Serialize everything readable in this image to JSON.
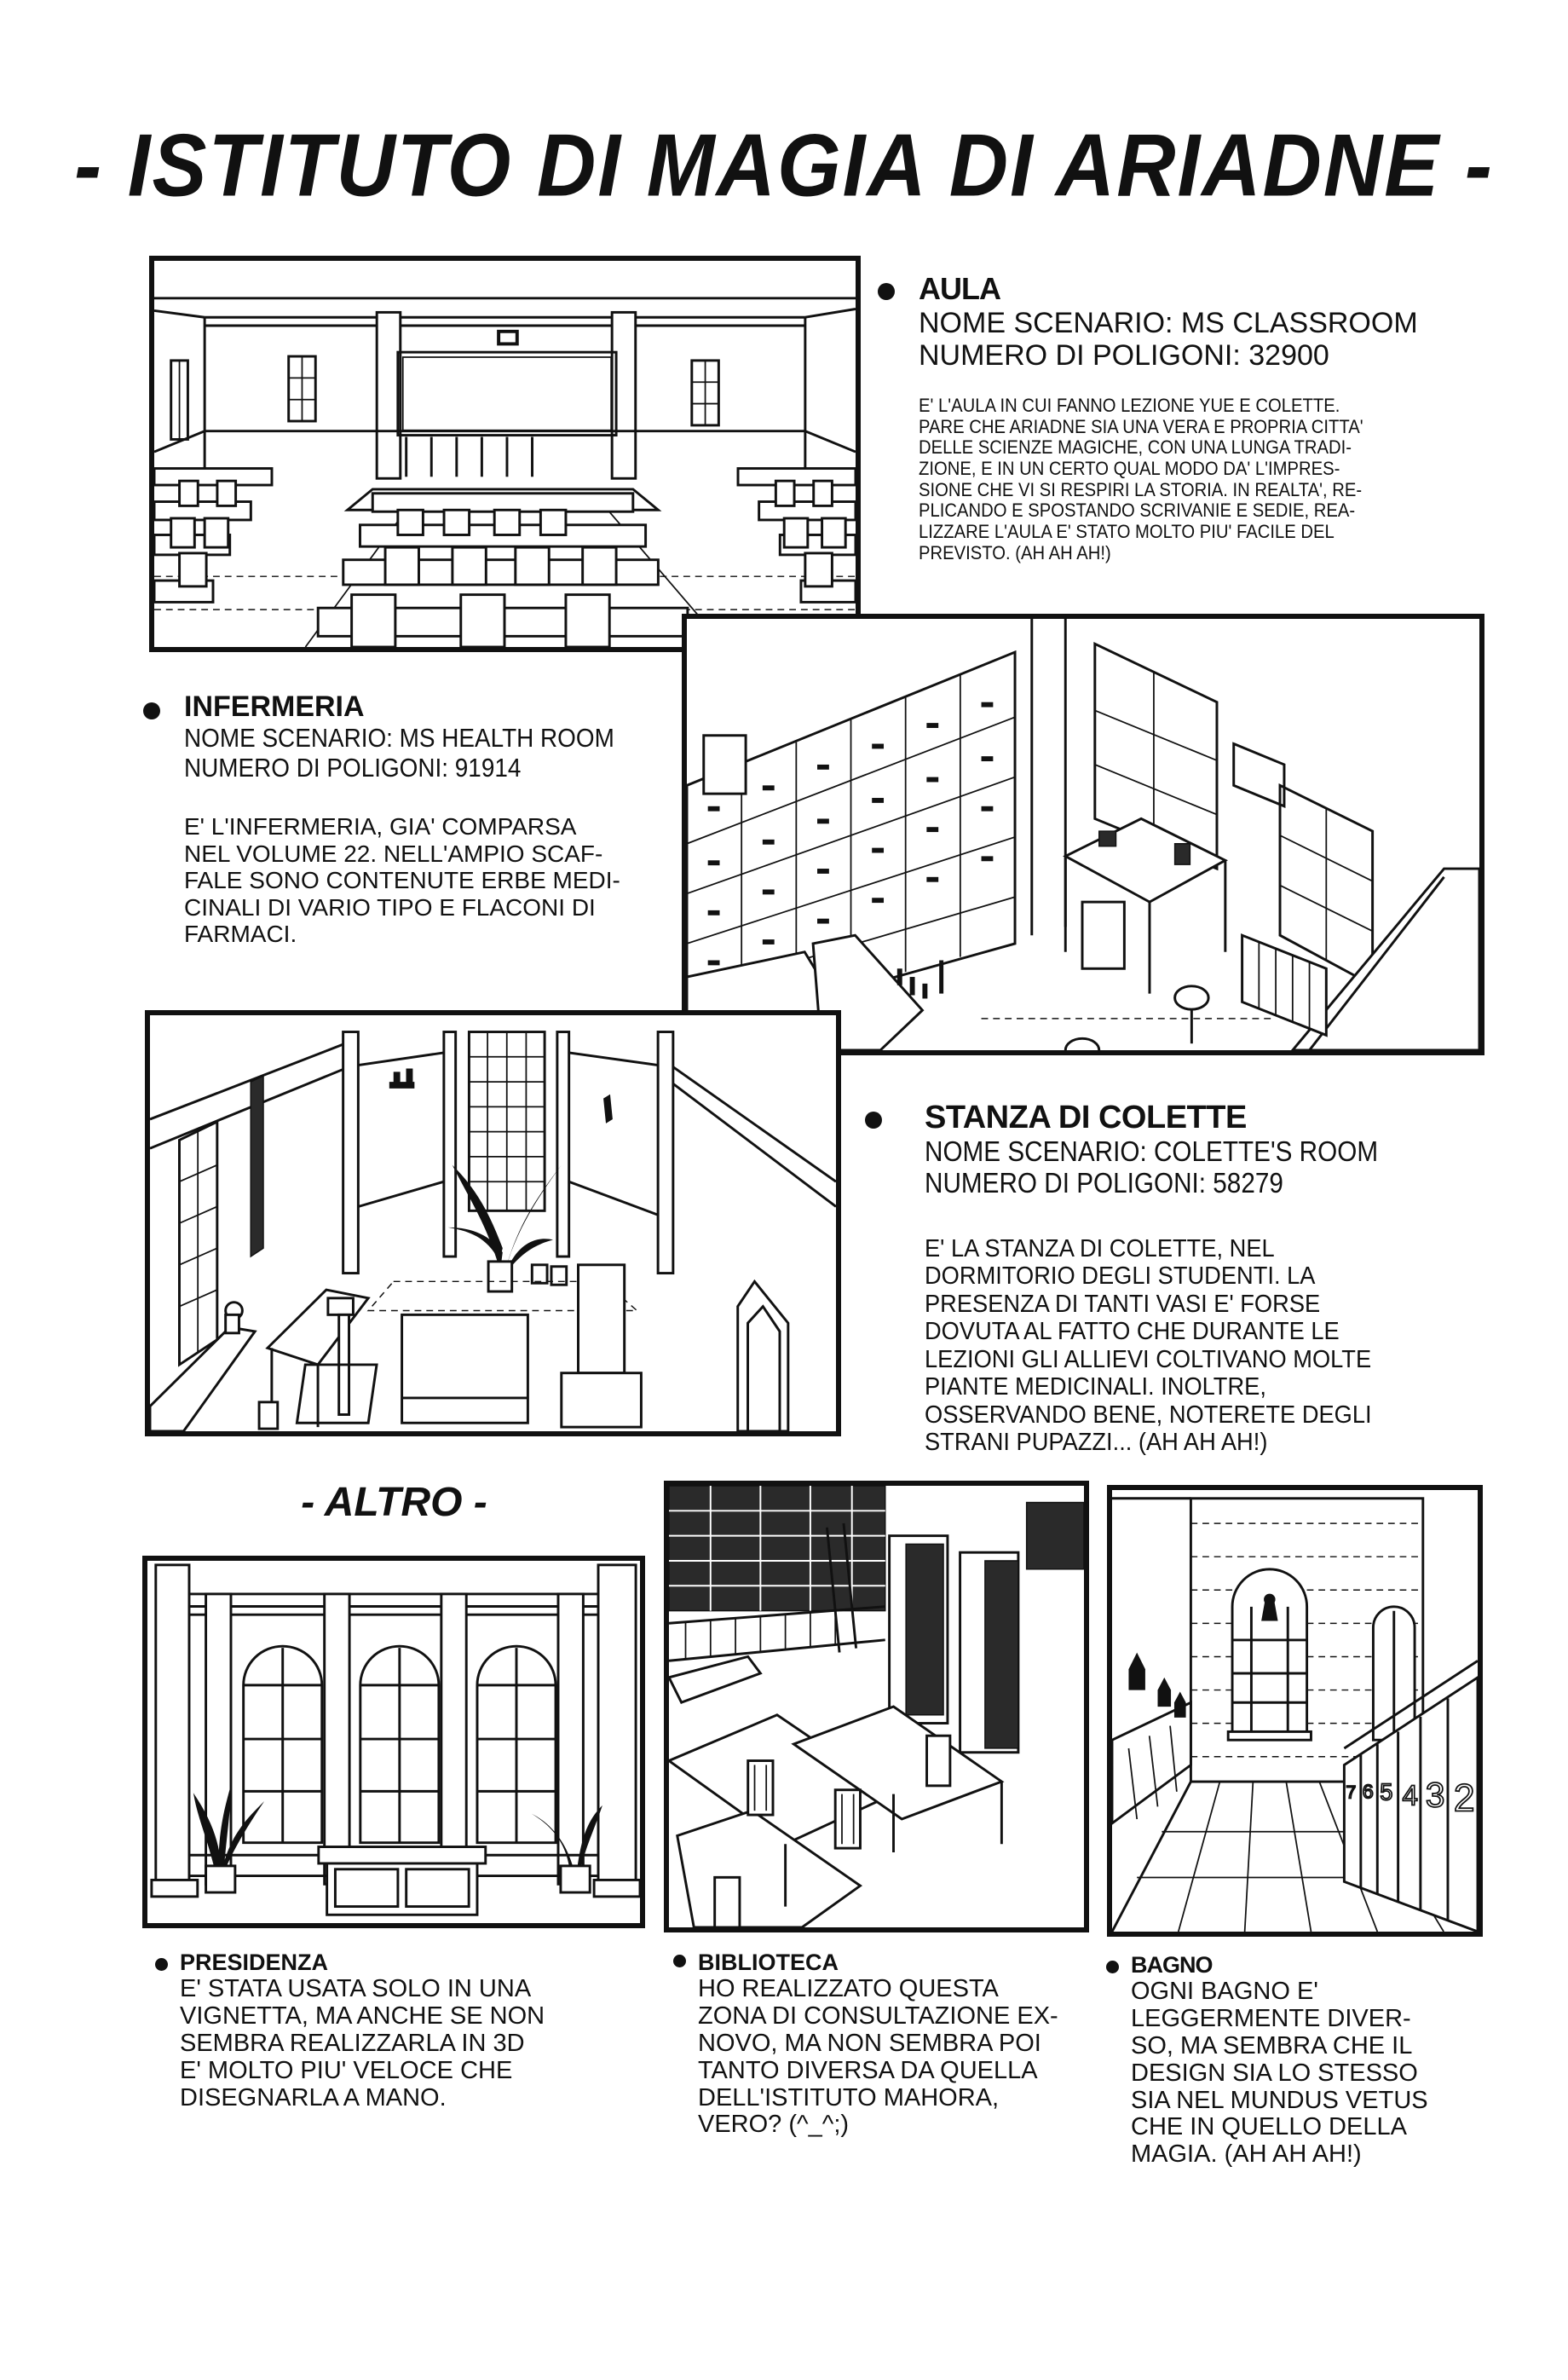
{
  "page": {
    "title": "- ISTITUTO DI MAGIA DI ARIADNE -",
    "section_other": "- ALTRO -"
  },
  "rooms": {
    "aula": {
      "name": "AULA",
      "scenario": "NOME SCENARIO: MS CLASSROOM",
      "polygons": "NUMERO DI POLIGONI: 32900",
      "description": "E' L'AULA IN CUI FANNO LEZIONE YUE E COLETTE.\nPARE CHE ARIADNE SIA UNA VERA E PROPRIA CITTA'\nDELLE SCIENZE MAGICHE, CON UNA LUNGA TRADI-\nZIONE, E IN UN CERTO QUAL MODO DA' L'IMPRES-\nSIONE CHE VI SI RESPIRI LA STORIA. IN REALTA', RE-\nPLICANDO E SPOSTANDO SCRIVANIE E SEDIE, REA-\nLIZZARE L'AULA E' STATO MOLTO PIU' FACILE DEL\nPREVISTO. (AH AH AH!)"
    },
    "infermeria": {
      "name": "INFERMERIA",
      "scenario": "NOME SCENARIO: MS HEALTH ROOM",
      "polygons": "NUMERO DI POLIGONI: 91914",
      "description": "E' L'INFERMERIA, GIA' COMPARSA\nNEL VOLUME 22. NELL'AMPIO SCAF-\nFALE SONO CONTENUTE ERBE MEDI-\nCINALI DI VARIO TIPO E  FLACONI DI\nFARMACI."
    },
    "colette": {
      "name": "STANZA DI COLETTE",
      "scenario": "NOME SCENARIO: COLETTE'S ROOM",
      "polygons": "NUMERO DI POLIGONI: 58279",
      "description": "E' LA STANZA DI COLETTE, NEL\nDORMITORIO DEGLI STUDENTI. LA\nPRESENZA DI TANTI VASI E' FORSE\nDOVUTA AL FATTO CHE DURANTE LE\nLEZIONI GLI ALLIEVI COLTIVANO MOLTE\nPIANTE MEDICINALI. INOLTRE,\nOSSERVANDO BENE, NOTERETE DEGLI\nSTRANI PUPAZZI... (AH AH AH!)"
    }
  },
  "other": [
    {
      "name": "PRESIDENZA",
      "description": "E' STATA USATA SOLO IN UNA\nVIGNETTA, MA ANCHE SE NON\nSEMBRA REALIZZARLA IN 3D\nE' MOLTO PIU' VELOCE CHE\nDISEGNARLA A MANO."
    },
    {
      "name": "BIBLIOTECA",
      "description": "HO REALIZZATO QUESTA\nZONA DI CONSULTAZIONE EX-\nNOVO, MA NON SEMBRA POI\nTANTO DIVERSA DA QUELLA\nDELL'ISTITUTO MAHORA,\nVERO? (^_^;)"
    },
    {
      "name": "BAGNO",
      "description": "OGNI BAGNO E'\nLEGGERMENTE DIVER-\nSO, MA SEMBRA CHE IL\nDESIGN SIA LO STESSO\nSIA NEL MUNDUS VETUS\nCHE IN QUELLO DELLA\nMAGIA. (AH AH AH!)"
    }
  ],
  "illustrations": {
    "bathroom_stall_numbers": [
      "7",
      "6",
      "5",
      "4",
      "3",
      "2"
    ]
  },
  "colors": {
    "ink": "#111111",
    "paper": "#ffffff"
  }
}
